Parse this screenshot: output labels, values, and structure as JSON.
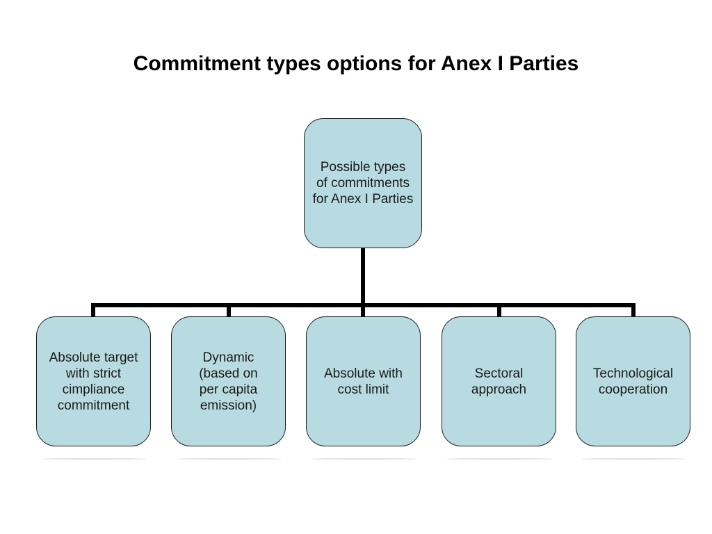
{
  "slide": {
    "title": "Commitment types options for Anex I Parties"
  },
  "colors": {
    "background": "#ffffff",
    "node_fill": "#b7dbe0",
    "node_border": "#1f1f1f",
    "connector": "#000000",
    "node_text": "#1a1a1a",
    "title_text": "#000000"
  },
  "diagram": {
    "root": {
      "label": "Possible types\nof commitments\nfor Anex I Parties"
    },
    "children": [
      {
        "label": "Absolute target\nwith strict\ncimpliance\ncommitment"
      },
      {
        "label": "Dynamic\n(based on\nper capita\nemission)"
      },
      {
        "label": "Absolute with\ncost limit"
      },
      {
        "label": "Sectoral\napproach"
      },
      {
        "label": "Technological\ncooperation"
      }
    ]
  }
}
